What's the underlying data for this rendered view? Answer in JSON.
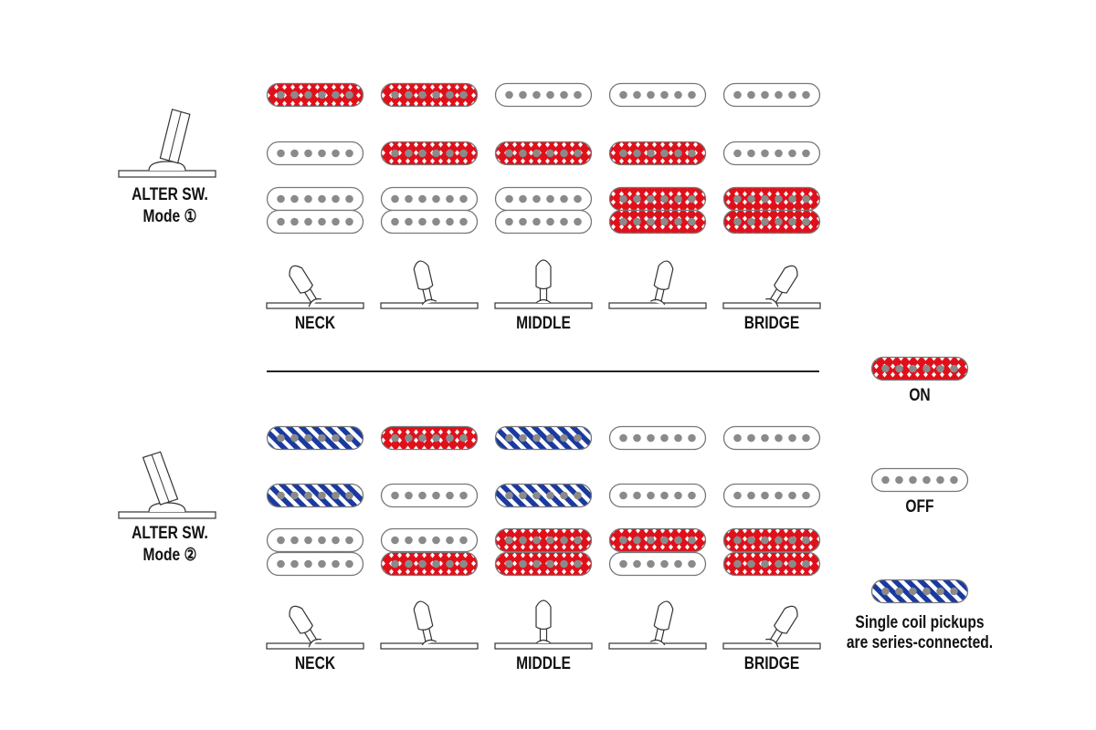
{
  "colors": {
    "on": "#e0101b",
    "series": "#1a3aa0",
    "pole": "#8a8a8a",
    "outline": "#777777"
  },
  "positions": [
    "NECK",
    "",
    "MIDDLE",
    "",
    "BRIDGE"
  ],
  "modes": [
    {
      "title": "ALTER SW.",
      "mode_label": "Mode ①",
      "neck_single": [
        "on",
        "on",
        "off",
        "off",
        "off"
      ],
      "middle_single": [
        "off",
        "on",
        "on",
        "on",
        "off"
      ],
      "hum_top": [
        "off",
        "off",
        "off",
        "on",
        "on"
      ],
      "hum_bottom": [
        "off",
        "off",
        "off",
        "on",
        "on"
      ]
    },
    {
      "title": "ALTER SW.",
      "mode_label": "Mode ②",
      "neck_single": [
        "series",
        "on",
        "series",
        "off",
        "off"
      ],
      "middle_single": [
        "series",
        "off",
        "series",
        "off",
        "off"
      ],
      "hum_top": [
        "off",
        "off",
        "on",
        "on",
        "on"
      ],
      "hum_bottom": [
        "off",
        "on",
        "on",
        "off",
        "on"
      ]
    }
  ],
  "legend": {
    "on": "ON",
    "off": "OFF",
    "series_line1": "Single coil pickups",
    "series_line2": "are series-connected."
  }
}
